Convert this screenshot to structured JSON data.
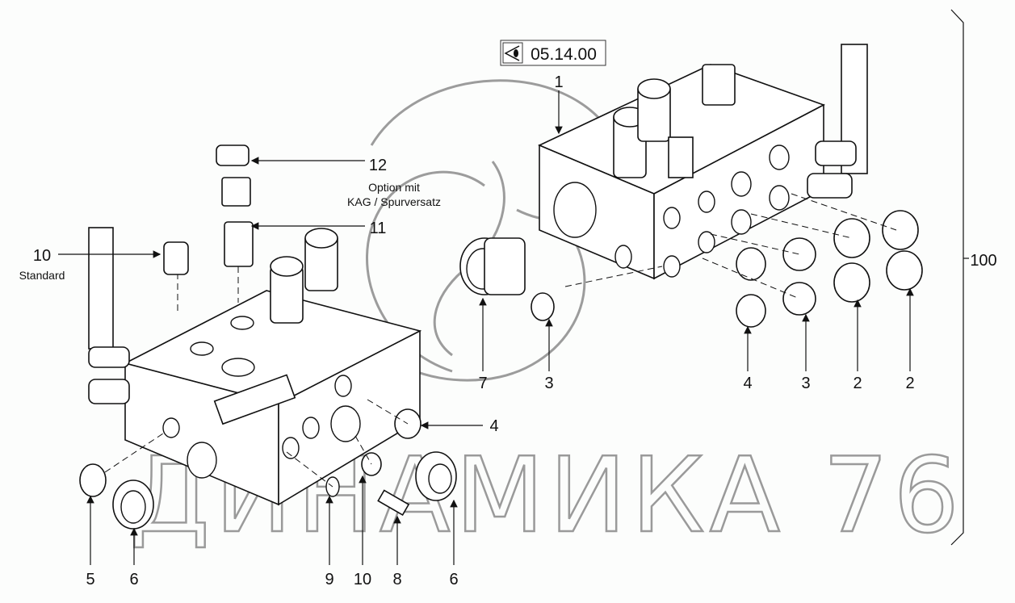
{
  "reference": {
    "icon": "view-eye-icon",
    "code": "05.14.00"
  },
  "callouts": {
    "c1": "1",
    "c12": "12",
    "c11": "11",
    "c10_top": "10",
    "c100": "100",
    "c7": "7",
    "c3a": "3",
    "c4a": "4",
    "c3b": "3",
    "c2a": "2",
    "c2b": "2",
    "c4b": "4",
    "c5": "5",
    "c6a": "6",
    "c9": "9",
    "c10b": "10",
    "c8": "8",
    "c6b": "6"
  },
  "notes": {
    "option_line1": "Option mit",
    "option_line2": "KAG / Spurversatz",
    "standard": "Standard"
  },
  "watermark": "ДИНАМИКА 76"
}
